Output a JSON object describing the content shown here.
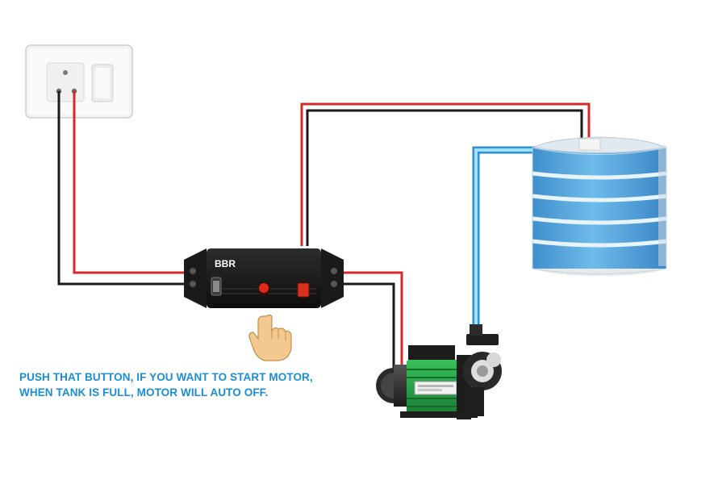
{
  "device": {
    "brand_label": "BBR"
  },
  "instructions": {
    "line1": "PUSH THAT BUTTON, IF YOU WANT TO START MOTOR,",
    "line2": "WHEN TANK IS FULL, MOTOR WILL AUTO OFF."
  },
  "colors": {
    "live_wire": "#d42a2a",
    "neutral_wire": "#1a1a1a",
    "water_pipe": "#5bc0f0",
    "caption_text": "#1a8ed6",
    "pump_body": "#2aa84a",
    "tank_water": "#4ea6dd"
  }
}
